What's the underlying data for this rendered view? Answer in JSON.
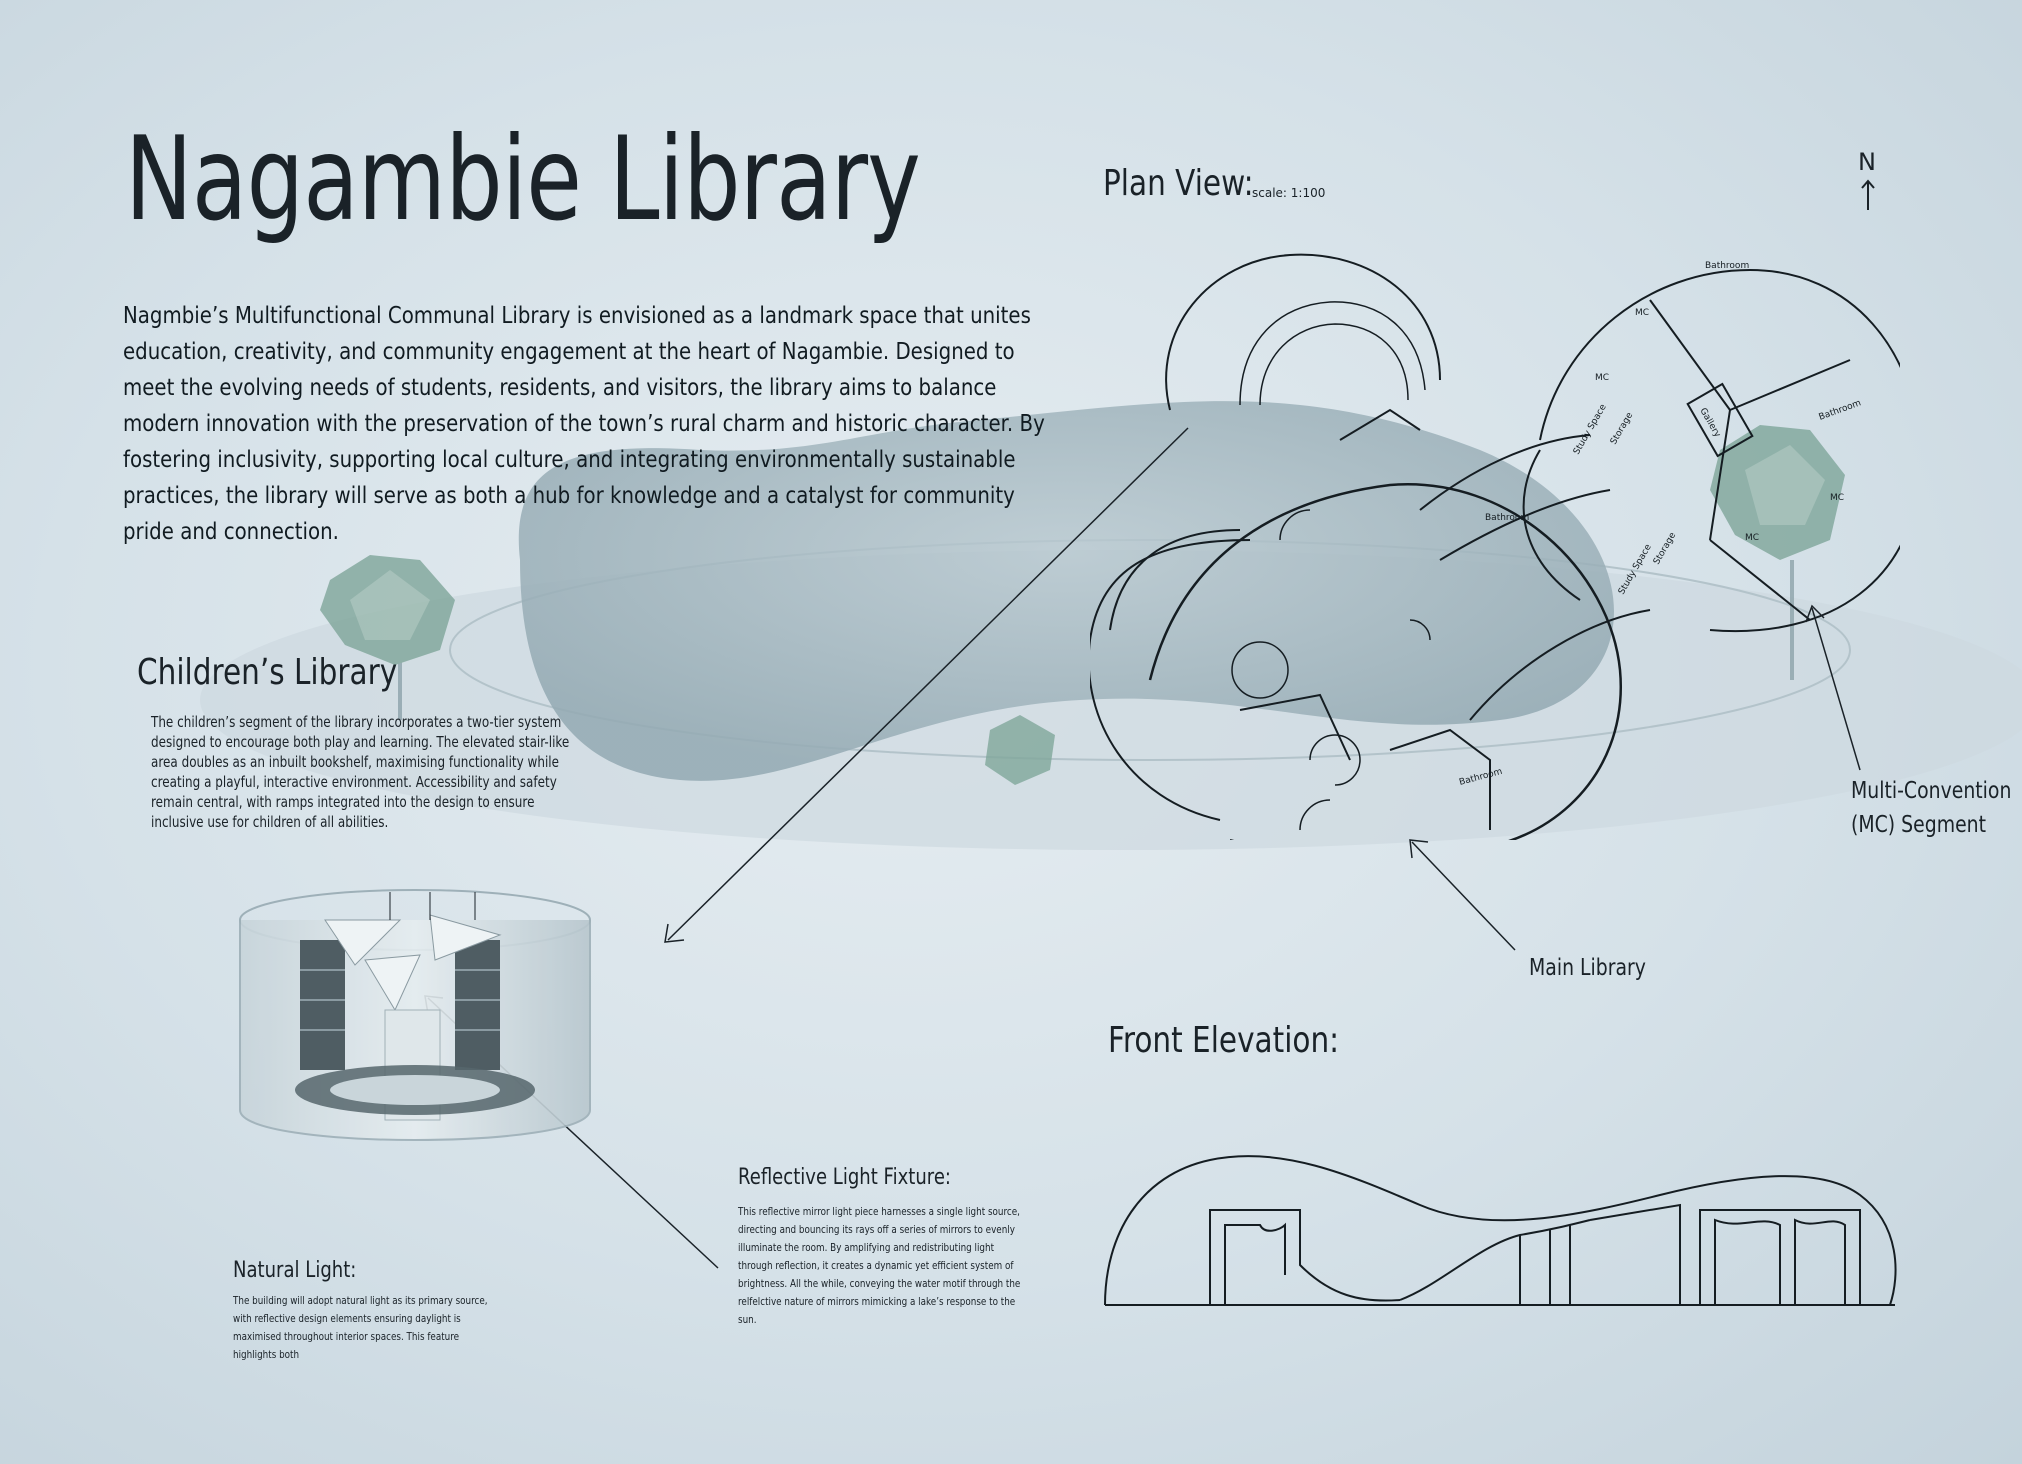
{
  "title": "Nagambie Library",
  "intro": "Nagmbie’s Multifunctional Communal Library is envisioned as a landmark space that unites education, creativity, and community engagement at the heart of Nagambie. Designed to meet the evolving needs of students, residents, and visitors, the library aims to balance modern innovation with the preservation of the town’s rural charm and historic character. By fostering inclusivity, supporting local culture, and integrating environmentally sustainable practices, the library will serve as both a hub for knowledge and a catalyst for community pride and connection.",
  "childrens": {
    "heading": "Children’s Library",
    "text": "The children’s segment of the library incorporates a two-tier system designed to encourage both play and learning. The elevated stair-like area doubles as an inbuilt bookshelf, maximising functionality while creating a playful, interactive environment. Accessibility and safety remain central, with ramps integrated into the design to ensure inclusive use for children of all abilities."
  },
  "plan": {
    "heading": "Plan View:",
    "scale": "scale: 1:100",
    "north": "N",
    "rooms": {
      "bathroom": "Bathroom",
      "mc": "MC",
      "storage": "Storage",
      "study": "Study Space",
      "gallery": "Gallery"
    }
  },
  "labels": {
    "mc_segment_1": "Multi-Convention",
    "mc_segment_2": "(MC) Segment",
    "main_library": "Main Library"
  },
  "elevation": {
    "heading": "Front Elevation:"
  },
  "reflective": {
    "heading": "Reflective Light Fixture:",
    "text": "This reflective mirror light piece harnesses a single light source, directing and bouncing its rays off a series of mirrors to evenly illuminate the room. By amplifying and redistributing light through reflection, it creates a dynamic yet efficient system of brightness. All the while, conveying the water motif through the relfelctive nature of mirrors mimicking a lake’s response to the sun."
  },
  "natural": {
    "heading": "Natural Light:",
    "text": "The building will adopt natural light as its primary source, with reflective design elements ensuring daylight is maximised throughout interior spaces. This feature highlights both"
  },
  "colors": {
    "background": "#d5e1e8",
    "ink": "#1a2228",
    "render": "#9fb3bc",
    "tree": "#7fa69a"
  }
}
